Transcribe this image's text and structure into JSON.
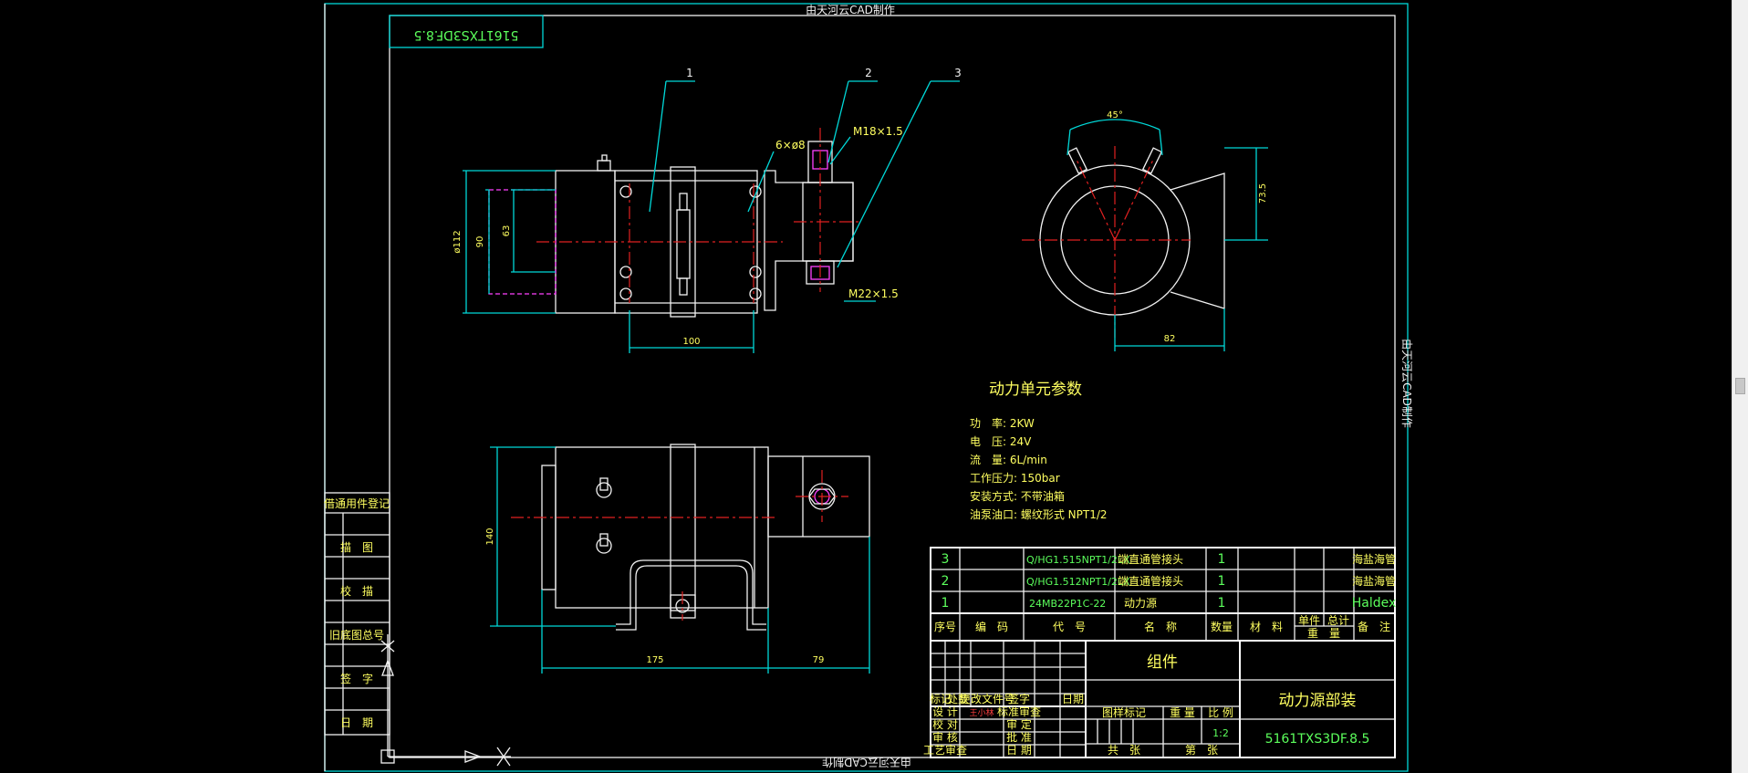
{
  "watermark": {
    "top": "由天河云CAD制作",
    "bottom": "由天河云CAD制作",
    "side": "由天河云CAD制作"
  },
  "drawing_no_mirror": "5161TXS3DF.8.5",
  "balloons": [
    "1",
    "2",
    "3"
  ],
  "dims": {
    "d112": "ø112",
    "d90": "90",
    "d63": "63",
    "d100": "100",
    "hole": "6×ø8",
    "thread_top": "M18×1.5",
    "thread_bot": "M22×1.5",
    "angle": "45°",
    "h73": "73.5",
    "w82": "82",
    "h140": "140",
    "w175": "175",
    "w79": "79"
  },
  "params": {
    "title": "动力单元参数",
    "lines": [
      "功　率: 2KW",
      "电　压: 24V",
      "流　量: 6L/min",
      "工作压力: 150bar",
      "安装方式: 不带油箱",
      "油泵油口: 螺纹形式 NPT1/2"
    ]
  },
  "left_column": [
    "借通用件登记",
    "描　图",
    "校　描",
    "旧底图总号",
    "签　字",
    "日　期"
  ],
  "bom": {
    "rows": [
      {
        "seq": "3",
        "code": "",
        "ref": "Q/HG1.515NPT1/2LX",
        "name": "端直通管接头",
        "qty": "1",
        "mat": "",
        "unit": "",
        "total": "",
        "note": "海盐海管"
      },
      {
        "seq": "2",
        "code": "",
        "ref": "Q/HG1.512NPT1/2LX",
        "name": "端直通管接头",
        "qty": "1",
        "mat": "",
        "unit": "",
        "total": "",
        "note": "海盐海管"
      },
      {
        "seq": "1",
        "code": "",
        "ref": "24MB22P1C-22",
        "name": "动力源",
        "qty": "1",
        "mat": "",
        "unit": "",
        "total": "",
        "note": "Haldex"
      }
    ],
    "header": {
      "seq": "序号",
      "code": "编　码",
      "ref": "代　号",
      "name": "名　称",
      "qty": "数量",
      "mat": "材　料",
      "unit": "单件",
      "total": "总计",
      "weight": "重　量",
      "note": "备　注"
    }
  },
  "title_block": {
    "group": "组件",
    "name": "动力源部装",
    "drawing_no": "5161TXS3DF.8.5",
    "rev_labels": [
      "标记",
      "处数",
      "更改文件号",
      "签字",
      "日期"
    ],
    "sign_labels": [
      "设 计",
      "校 对",
      "审 核",
      "工艺审查"
    ],
    "sign_first_name": "王小林",
    "sign_mid_labels": [
      "标准审查",
      "审 定",
      "批 准",
      "日 期"
    ],
    "stage": "图样标记",
    "weight": "重 量",
    "scale_label": "比 例",
    "scale": "1:2",
    "sheets": "共　张",
    "sheet_no": "第　张"
  }
}
